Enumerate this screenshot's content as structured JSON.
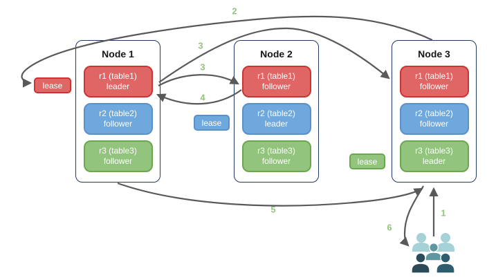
{
  "nodes": [
    {
      "title": "Node 1",
      "replicas": [
        {
          "name": "r1 (table1)",
          "role": "leader",
          "color": "red"
        },
        {
          "name": "r2 (table2)",
          "role": "follower",
          "color": "blue"
        },
        {
          "name": "r3 (table3)",
          "role": "follower",
          "color": "green"
        }
      ]
    },
    {
      "title": "Node 2",
      "replicas": [
        {
          "name": "r1 (table1)",
          "role": "follower",
          "color": "red"
        },
        {
          "name": "r2 (table2)",
          "role": "leader",
          "color": "blue"
        },
        {
          "name": "r3 (table3)",
          "role": "follower",
          "color": "green"
        }
      ]
    },
    {
      "title": "Node 3",
      "replicas": [
        {
          "name": "r1 (table1)",
          "role": "follower",
          "color": "red"
        },
        {
          "name": "r2 (table2)",
          "role": "follower",
          "color": "blue"
        },
        {
          "name": "r3 (table3)",
          "role": "leader",
          "color": "green"
        }
      ]
    }
  ],
  "leases": [
    {
      "label": "lease",
      "color": "red"
    },
    {
      "label": "lease",
      "color": "blue"
    },
    {
      "label": "lease",
      "color": "green"
    }
  ],
  "steps": [
    {
      "label": "1"
    },
    {
      "label": "2"
    },
    {
      "label": "3"
    },
    {
      "label": "3"
    },
    {
      "label": "4"
    },
    {
      "label": "5"
    },
    {
      "label": "6"
    }
  ],
  "icons": {
    "clients": "clients-group-icon"
  },
  "colors": {
    "red_fill": "#e06666",
    "red_border": "#cc3333",
    "blue_fill": "#6fa8dc",
    "blue_border": "#5a91c9",
    "green_fill": "#93c47d",
    "green_border": "#6aa84f",
    "node_border": "#1f3864",
    "arrow": "#595959",
    "step_label": "#93c47d",
    "client_light": "#a6d2d7",
    "client_mid": "#5e97a2",
    "client_dark": "#2c4b59",
    "client_dark2": "#2f5d6e"
  }
}
